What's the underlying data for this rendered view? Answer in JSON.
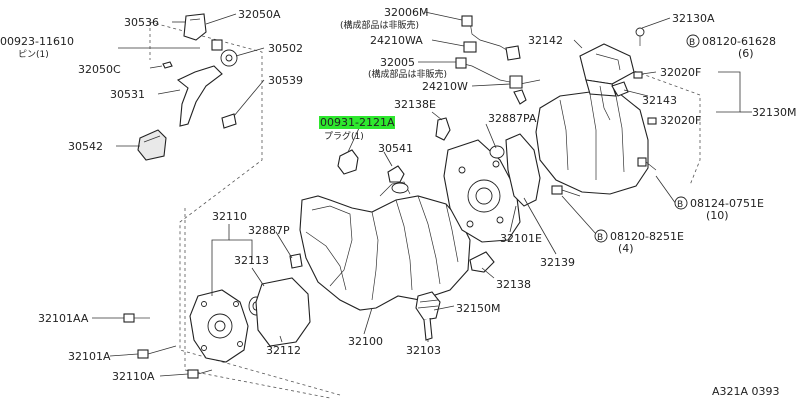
{
  "labels": {
    "p30536": "30536",
    "p32050a": "32050A",
    "p00923": "00923-11610",
    "p00923_sub": "ピン(1)",
    "p32050c": "32050C",
    "p30502": "30502",
    "p30531": "30531",
    "p30539": "30539",
    "p30542": "30542",
    "p32006m": "32006M",
    "p32006m_note": "(構成部品は非販売)",
    "p24210wa": "24210WA",
    "p32005": "32005",
    "p32005_note": "(構成部品は非販売)",
    "p24210w": "24210W",
    "p32142": "32142",
    "p32130a": "32130A",
    "p08120_61628": "08120-61628",
    "p08120_61628_qty": "(6)",
    "p32020f_1": "32020F",
    "p32143": "32143",
    "p32020f_2": "32020F",
    "p32130m": "32130M",
    "p32138e": "32138E",
    "p00931": "00931-2121A",
    "p00931_sub": "プラグ(1)",
    "p32887pa": "32887PA",
    "p30541": "30541",
    "p08124": "08124-0751E",
    "p08124_qty": "(10)",
    "p08120_8251": "08120-8251E",
    "p08120_8251_qty": "(4)",
    "p32110": "32110",
    "p32887p": "32887P",
    "p32113": "32113",
    "p32101e": "32101E",
    "p32139": "32139",
    "p32138": "32138",
    "p32150m": "32150M",
    "p32101aa": "32101AA",
    "p32112": "32112",
    "p32100": "32100",
    "p32103": "32103",
    "p32101a": "32101A",
    "p32110a": "32110A",
    "p_b1": "B",
    "p_b2": "B",
    "p_b3": "B",
    "ref": "A321A 0393"
  },
  "colors": {
    "highlight": "#2ee82e"
  }
}
